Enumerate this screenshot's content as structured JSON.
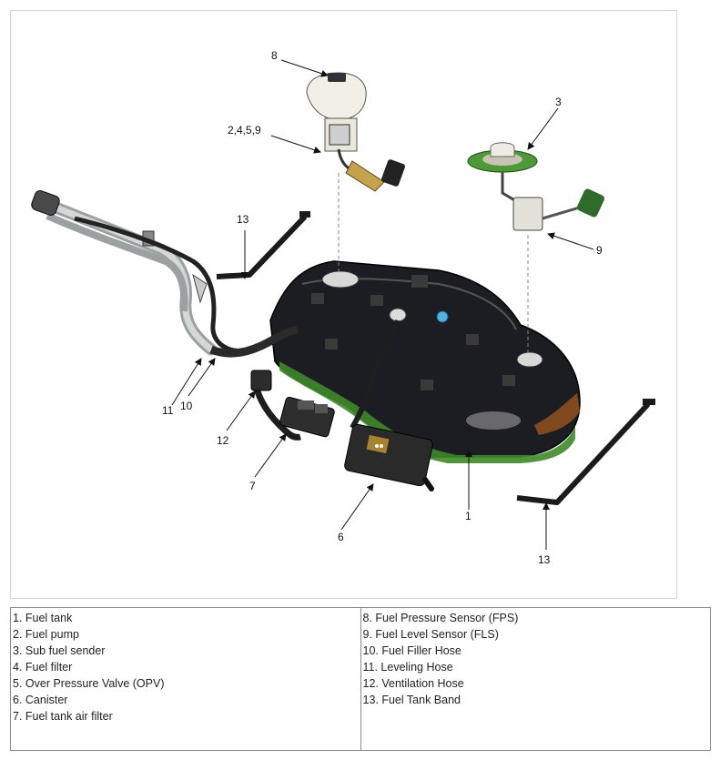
{
  "callouts": {
    "c8": "8",
    "c2459": "2,4,5,9",
    "c3": "3",
    "c9": "9",
    "c13a": "13",
    "c13b": "13",
    "c11": "11",
    "c10": "10",
    "c12": "12",
    "c7": "7",
    "c6": "6",
    "c1": "1"
  },
  "legend": {
    "left": [
      "1. Fuel tank",
      "2. Fuel pump",
      "3. Sub fuel sender",
      "4. Fuel filter",
      "5. Over Pressure Valve (OPV)",
      "6. Canister",
      "7. Fuel tank air filter"
    ],
    "right": [
      "8. Fuel Pressure Sensor (FPS)",
      "9. Fuel Level Sensor (FLS)",
      "10. Fuel Filler Hose",
      "11. Leveling Hose",
      "12. Ventilation Hose",
      "13. Fuel Tank Band"
    ]
  },
  "colors": {
    "tank": "#1c1d22",
    "tank_green": "#3e8a2a",
    "pump_body": "#f2efe6",
    "float": "#c7a24c",
    "sender_flange": "#4f9a38",
    "hose_silver": "#b9bcbc"
  }
}
